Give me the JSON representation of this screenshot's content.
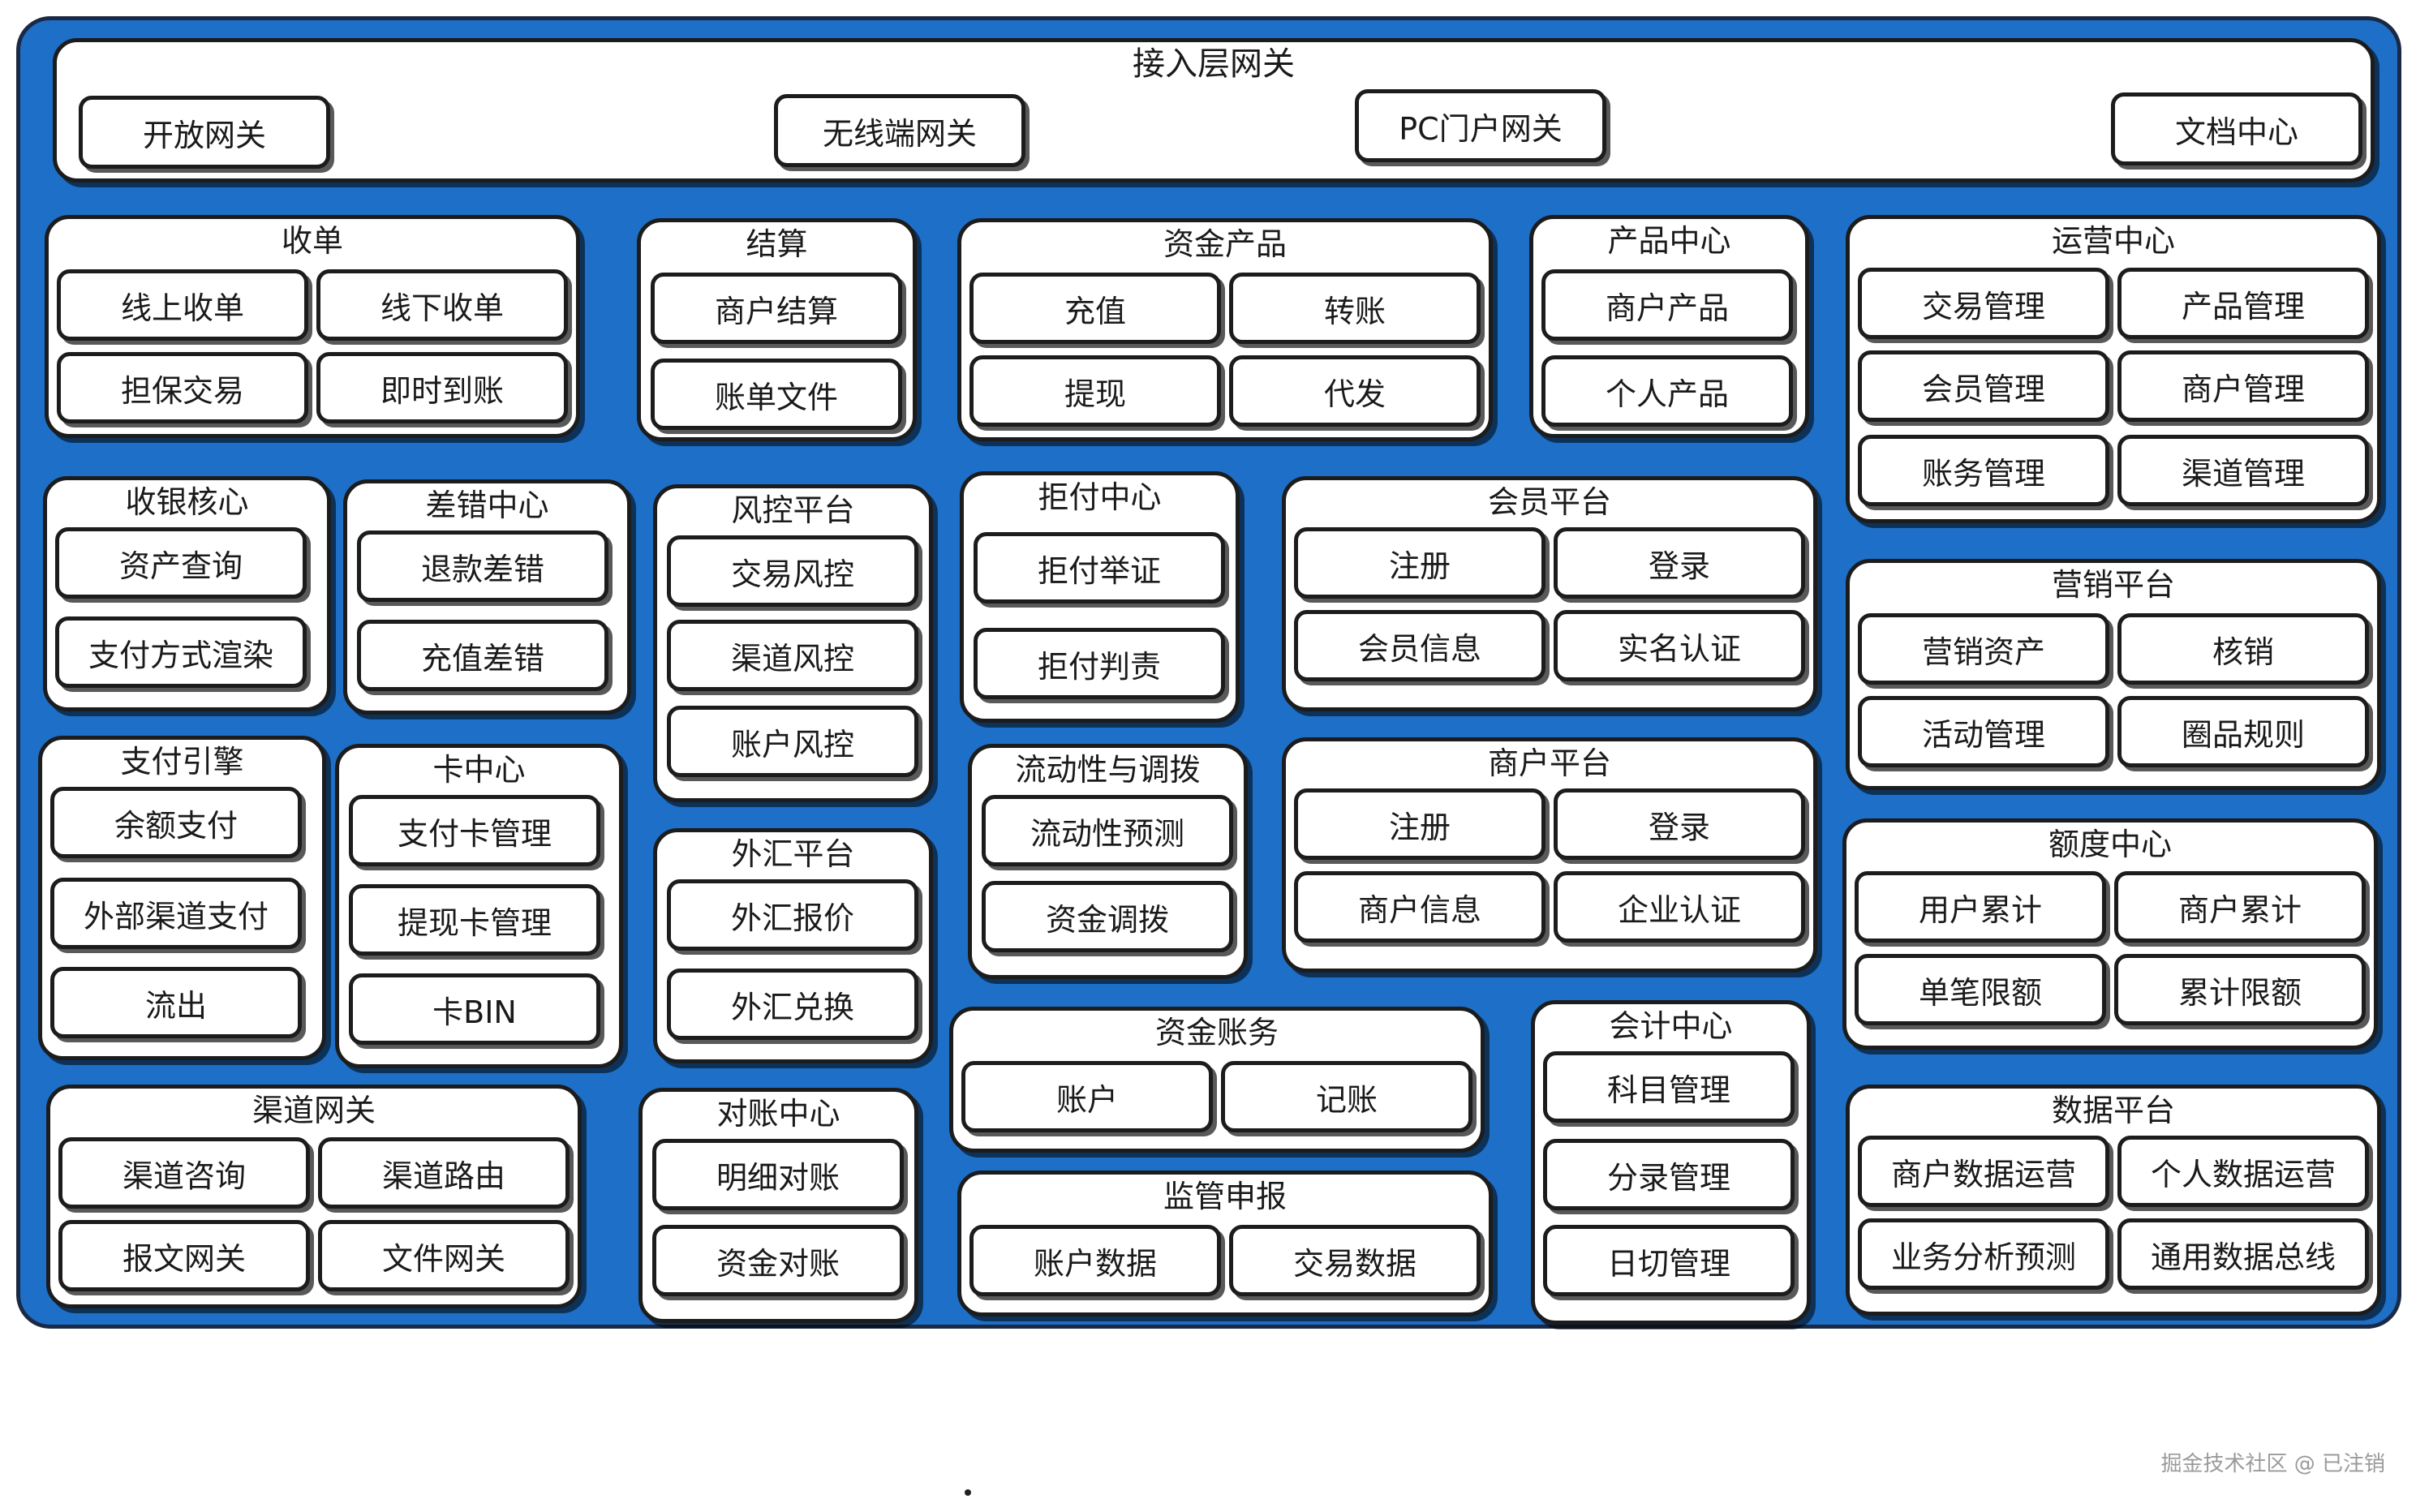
{
  "gateway": {
    "title": "接入层网关",
    "items": [
      "开放网关",
      "无线端网关",
      "PC门户网关",
      "文档中心"
    ]
  },
  "groups": {
    "shoudan": {
      "title": "收单",
      "items": [
        "线上收单",
        "线下收单",
        "担保交易",
        "即时到账"
      ]
    },
    "jiesuan": {
      "title": "结算",
      "items": [
        "商户结算",
        "账单文件"
      ]
    },
    "zijin_chanpin": {
      "title": "资金产品",
      "items": [
        "充值",
        "转账",
        "提现",
        "代发"
      ]
    },
    "chanpin_zhongxin": {
      "title": "产品中心",
      "items": [
        "商户产品",
        "个人产品"
      ]
    },
    "yunying_zhongxin": {
      "title": "运营中心",
      "items": [
        "交易管理",
        "产品管理",
        "会员管理",
        "商户管理",
        "账务管理",
        "渠道管理"
      ]
    },
    "shouyin_hexin": {
      "title": "收银核心",
      "items": [
        "资产查询",
        "支付方式渲染"
      ]
    },
    "chacuo_zhongxin": {
      "title": "差错中心",
      "items": [
        "退款差错",
        "充值差错"
      ]
    },
    "fengkong_pingtai": {
      "title": "风控平台",
      "items": [
        "交易风控",
        "渠道风控",
        "账户风控"
      ]
    },
    "jufu_zhongxin": {
      "title": "拒付中心",
      "items": [
        "拒付举证",
        "拒付判责"
      ]
    },
    "huiyuan_pingtai": {
      "title": "会员平台",
      "items": [
        "注册",
        "登录",
        "会员信息",
        "实名认证"
      ]
    },
    "yingxiao_pingtai": {
      "title": "营销平台",
      "items": [
        "营销资产",
        "核销",
        "活动管理",
        "圈品规则"
      ]
    },
    "zhifu_yinqing": {
      "title": "支付引擎",
      "items": [
        "余额支付",
        "外部渠道支付",
        "流出"
      ]
    },
    "ka_zhongxin": {
      "title": "卡中心",
      "items": [
        "支付卡管理",
        "提现卡管理",
        "卡BIN"
      ]
    },
    "waihui_pingtai": {
      "title": "外汇平台",
      "items": [
        "外汇报价",
        "外汇兑换"
      ]
    },
    "liudongxing": {
      "title": "流动性与调拨",
      "items": [
        "流动性预测",
        "资金调拨"
      ]
    },
    "shanghu_pingtai": {
      "title": "商户平台",
      "items": [
        "注册",
        "登录",
        "商户信息",
        "企业认证"
      ]
    },
    "edu_zhongxin": {
      "title": "额度中心",
      "items": [
        "用户累计",
        "商户累计",
        "单笔限额",
        "累计限额"
      ]
    },
    "zijin_zhangwu": {
      "title": "资金账务",
      "items": [
        "账户",
        "记账"
      ]
    },
    "kuaiji_zhongxin": {
      "title": "会计中心",
      "items": [
        "科目管理",
        "分录管理",
        "日切管理"
      ]
    },
    "qudao_wangguan": {
      "title": "渠道网关",
      "items": [
        "渠道咨询",
        "渠道路由",
        "报文网关",
        "文件网关"
      ]
    },
    "duizhang_zhongxin": {
      "title": "对账中心",
      "items": [
        "明细对账",
        "资金对账"
      ]
    },
    "jianguan_shenbao": {
      "title": "监管申报",
      "items": [
        "账户数据",
        "交易数据"
      ]
    },
    "shuju_pingtai": {
      "title": "数据平台",
      "items": [
        "商户数据运营",
        "个人数据运营",
        "业务分析预测",
        "通用数据总线"
      ]
    }
  },
  "footer": {
    "watermark": "掘金技术社区 @ 已注销"
  },
  "colors": {
    "background_board": "#1e6fc7",
    "box_fill": "#ffffff",
    "stroke": "#1c1c1c"
  }
}
